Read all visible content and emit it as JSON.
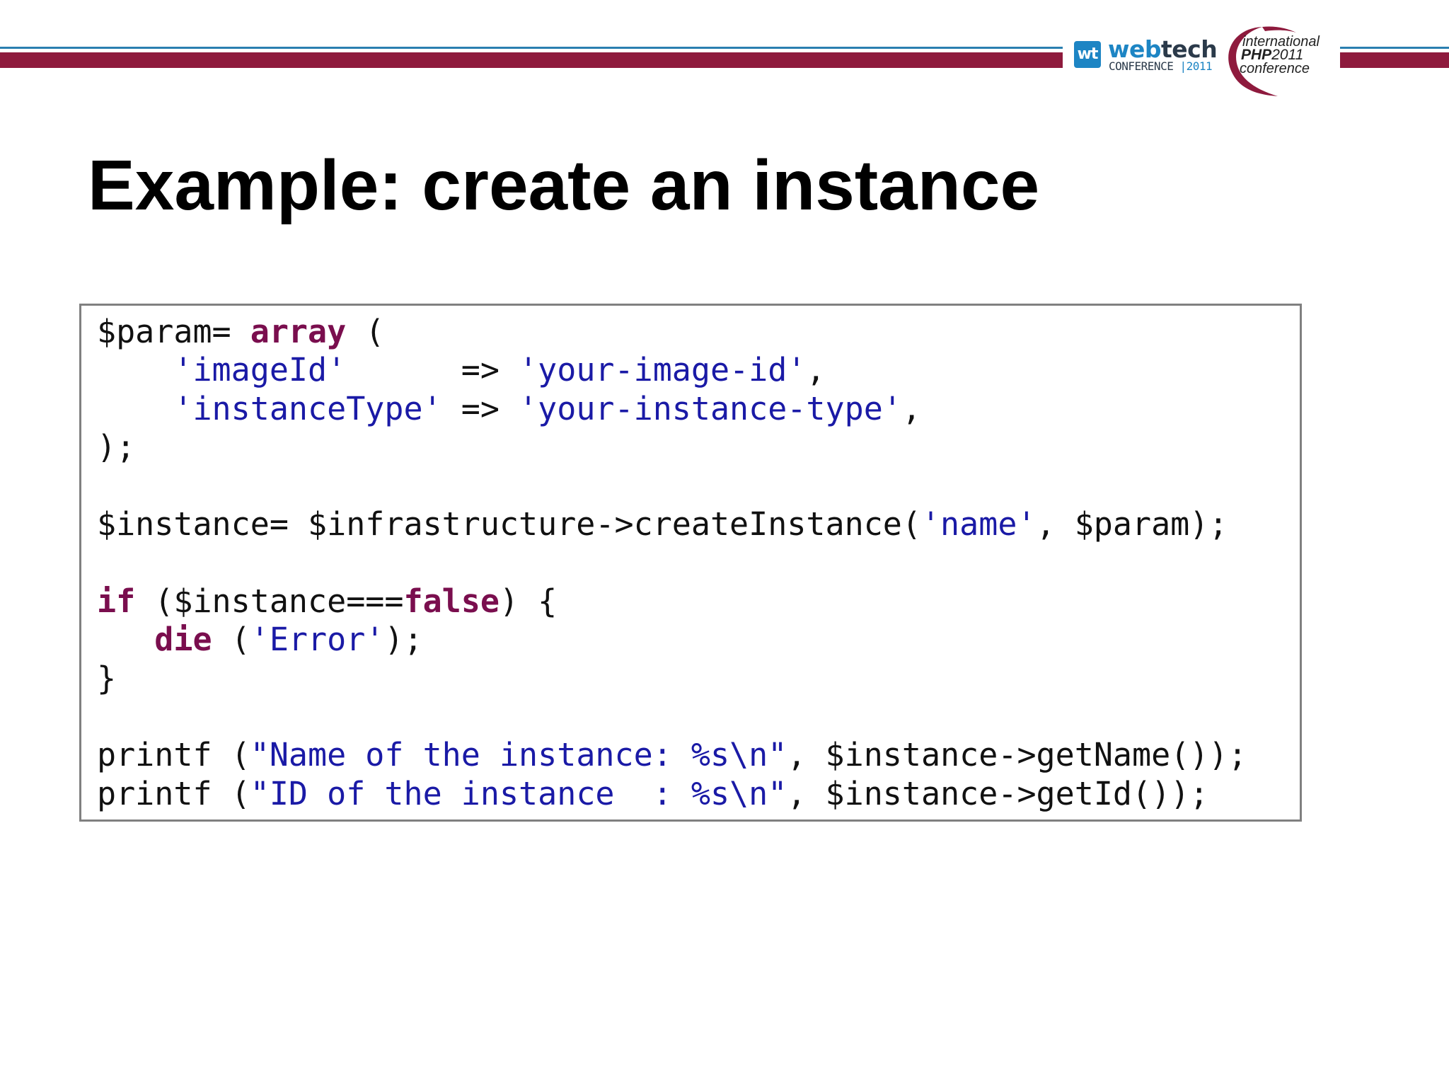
{
  "header": {
    "webtech_logo": {
      "mark": "wt",
      "word_web": "web",
      "word_tech": "tech",
      "sub_conference": "CONFERENCE",
      "sub_separator": "|",
      "sub_year": "2011"
    },
    "php_logo": {
      "line1": "international",
      "line2_bold": "PHP",
      "line2_year": "2011",
      "line3": "conference"
    },
    "colors": {
      "blue_line": "#2a7fb0",
      "maroon_bar": "#8e1a3d"
    }
  },
  "slide": {
    "title": "Example: create an instance"
  },
  "code": {
    "colors": {
      "keyword": "#7a0e4e",
      "string": "#1a1aa6",
      "plain": "#111111"
    },
    "lines": [
      [
        {
          "t": "pl",
          "s": "$param= "
        },
        {
          "t": "kw",
          "s": "array"
        },
        {
          "t": "pl",
          "s": " ("
        }
      ],
      [
        {
          "t": "pl",
          "s": "    "
        },
        {
          "t": "str",
          "s": "'imageId'"
        },
        {
          "t": "pl",
          "s": "      => "
        },
        {
          "t": "str",
          "s": "'your-image-id'"
        },
        {
          "t": "pl",
          "s": ","
        }
      ],
      [
        {
          "t": "pl",
          "s": "    "
        },
        {
          "t": "str",
          "s": "'instanceType'"
        },
        {
          "t": "pl",
          "s": " => "
        },
        {
          "t": "str",
          "s": "'your-instance-type'"
        },
        {
          "t": "pl",
          "s": ","
        }
      ],
      [
        {
          "t": "pl",
          "s": ");"
        }
      ],
      [],
      [
        {
          "t": "pl",
          "s": "$instance= $infrastructure->createInstance("
        },
        {
          "t": "str",
          "s": "'name'"
        },
        {
          "t": "pl",
          "s": ", $param);"
        }
      ],
      [],
      [
        {
          "t": "kw",
          "s": "if"
        },
        {
          "t": "pl",
          "s": " ($instance==="
        },
        {
          "t": "kw",
          "s": "false"
        },
        {
          "t": "pl",
          "s": ") {"
        }
      ],
      [
        {
          "t": "pl",
          "s": "   "
        },
        {
          "t": "kw",
          "s": "die"
        },
        {
          "t": "pl",
          "s": " ("
        },
        {
          "t": "str",
          "s": "'Error'"
        },
        {
          "t": "pl",
          "s": ");"
        }
      ],
      [
        {
          "t": "pl",
          "s": "}"
        }
      ],
      [],
      [
        {
          "t": "pl",
          "s": "printf ("
        },
        {
          "t": "str",
          "s": "\"Name of the instance: %s\\n\""
        },
        {
          "t": "pl",
          "s": ", $instance->getName());"
        }
      ],
      [
        {
          "t": "pl",
          "s": "printf ("
        },
        {
          "t": "str",
          "s": "\"ID of the instance  : %s\\n\""
        },
        {
          "t": "pl",
          "s": ", $instance->getId());"
        }
      ]
    ]
  }
}
